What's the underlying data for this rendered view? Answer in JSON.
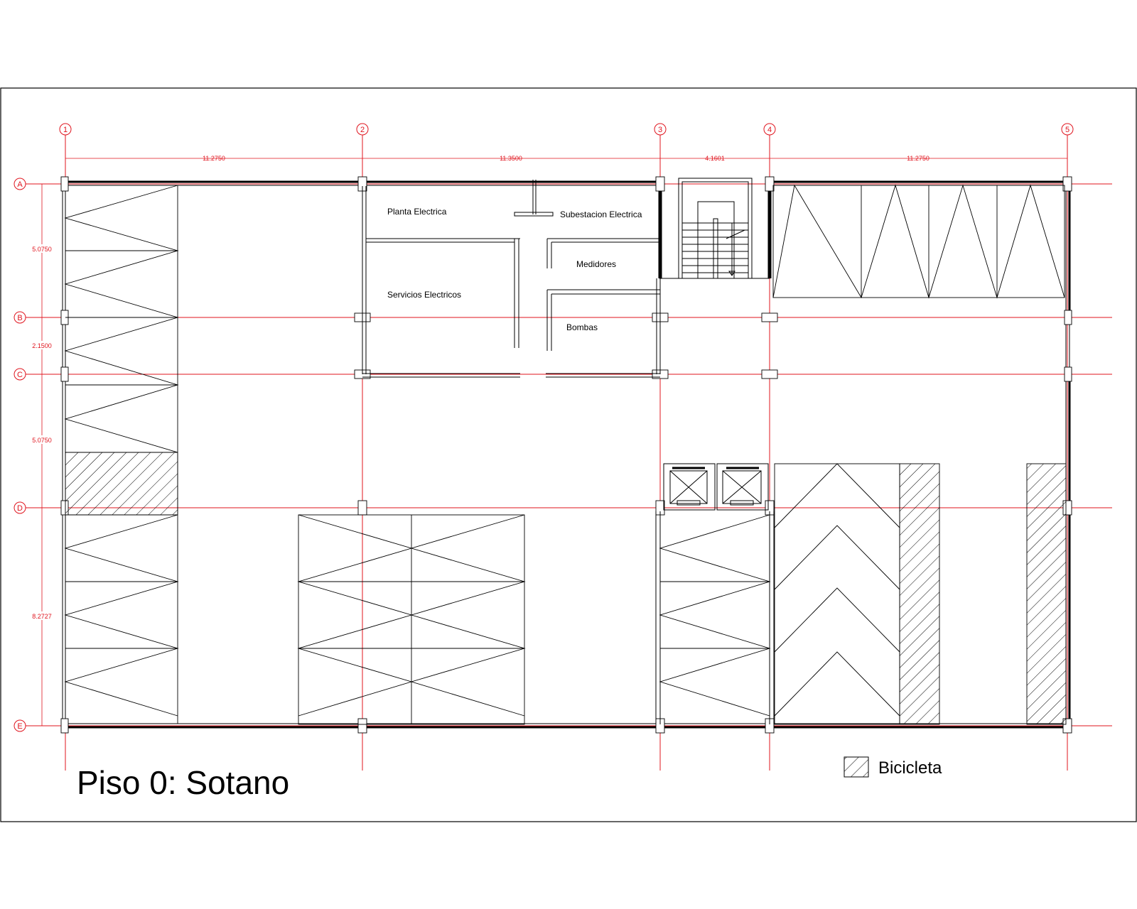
{
  "title": "Piso 0:  Sotano",
  "legend": {
    "label": "Bicicleta"
  },
  "grid_axes": {
    "columns": [
      "1",
      "2",
      "3",
      "4",
      "5"
    ],
    "rows": [
      "A",
      "B",
      "C",
      "D",
      "E"
    ]
  },
  "dimensions": {
    "horizontal": [
      "11.2750",
      "11.3500",
      "4.1601",
      "11.2750"
    ],
    "vertical": [
      "5.0750",
      "2.1500",
      "5.0750",
      "8.2727"
    ]
  },
  "rooms": {
    "planta": "Planta Electrica",
    "subestacion": "Subestacion Electrica",
    "medidores": "Medidores",
    "servicios": "Servicios Electricos",
    "bombas": "Bombas"
  },
  "colors": {
    "grid": "#e0141e",
    "lines": "#000000",
    "background": "#ffffff"
  }
}
